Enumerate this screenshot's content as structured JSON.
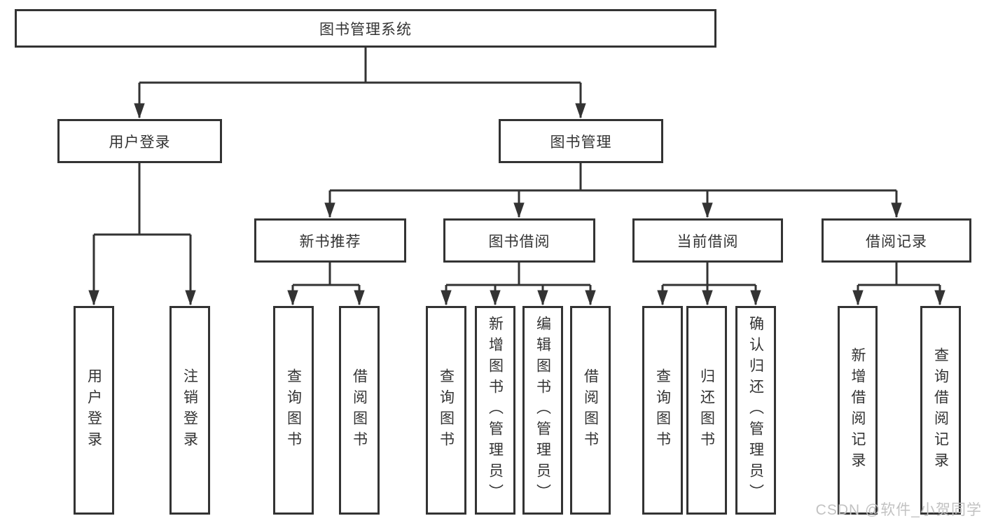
{
  "diagram": {
    "root": {
      "label": "图书管理系统"
    },
    "level2": [
      {
        "label": "用户登录",
        "children": [
          {
            "label": "用户登录"
          },
          {
            "label": "注销登录"
          }
        ]
      },
      {
        "label": "图书管理",
        "children": [
          {
            "label": "新书推荐",
            "children": [
              {
                "label": "查询图书"
              },
              {
                "label": "借阅图书"
              }
            ]
          },
          {
            "label": "图书借阅",
            "children": [
              {
                "label": "查询图书"
              },
              {
                "label": "新增图书（管理员）"
              },
              {
                "label": "编辑图书（管理员）"
              },
              {
                "label": "借阅图书"
              }
            ]
          },
          {
            "label": "当前借阅",
            "children": [
              {
                "label": "查询图书"
              },
              {
                "label": "归还图书"
              },
              {
                "label": "确认归还（管理员）"
              }
            ]
          },
          {
            "label": "借阅记录",
            "children": [
              {
                "label": "新增借阅记录"
              },
              {
                "label": "查询借阅记录"
              }
            ]
          }
        ]
      }
    ]
  },
  "watermark": {
    "text": "CSDN @软件_小贺同学"
  },
  "colors": {
    "line": "#333333",
    "text": "#333333",
    "background": "#ffffff",
    "watermark": "#c2c2c2"
  }
}
